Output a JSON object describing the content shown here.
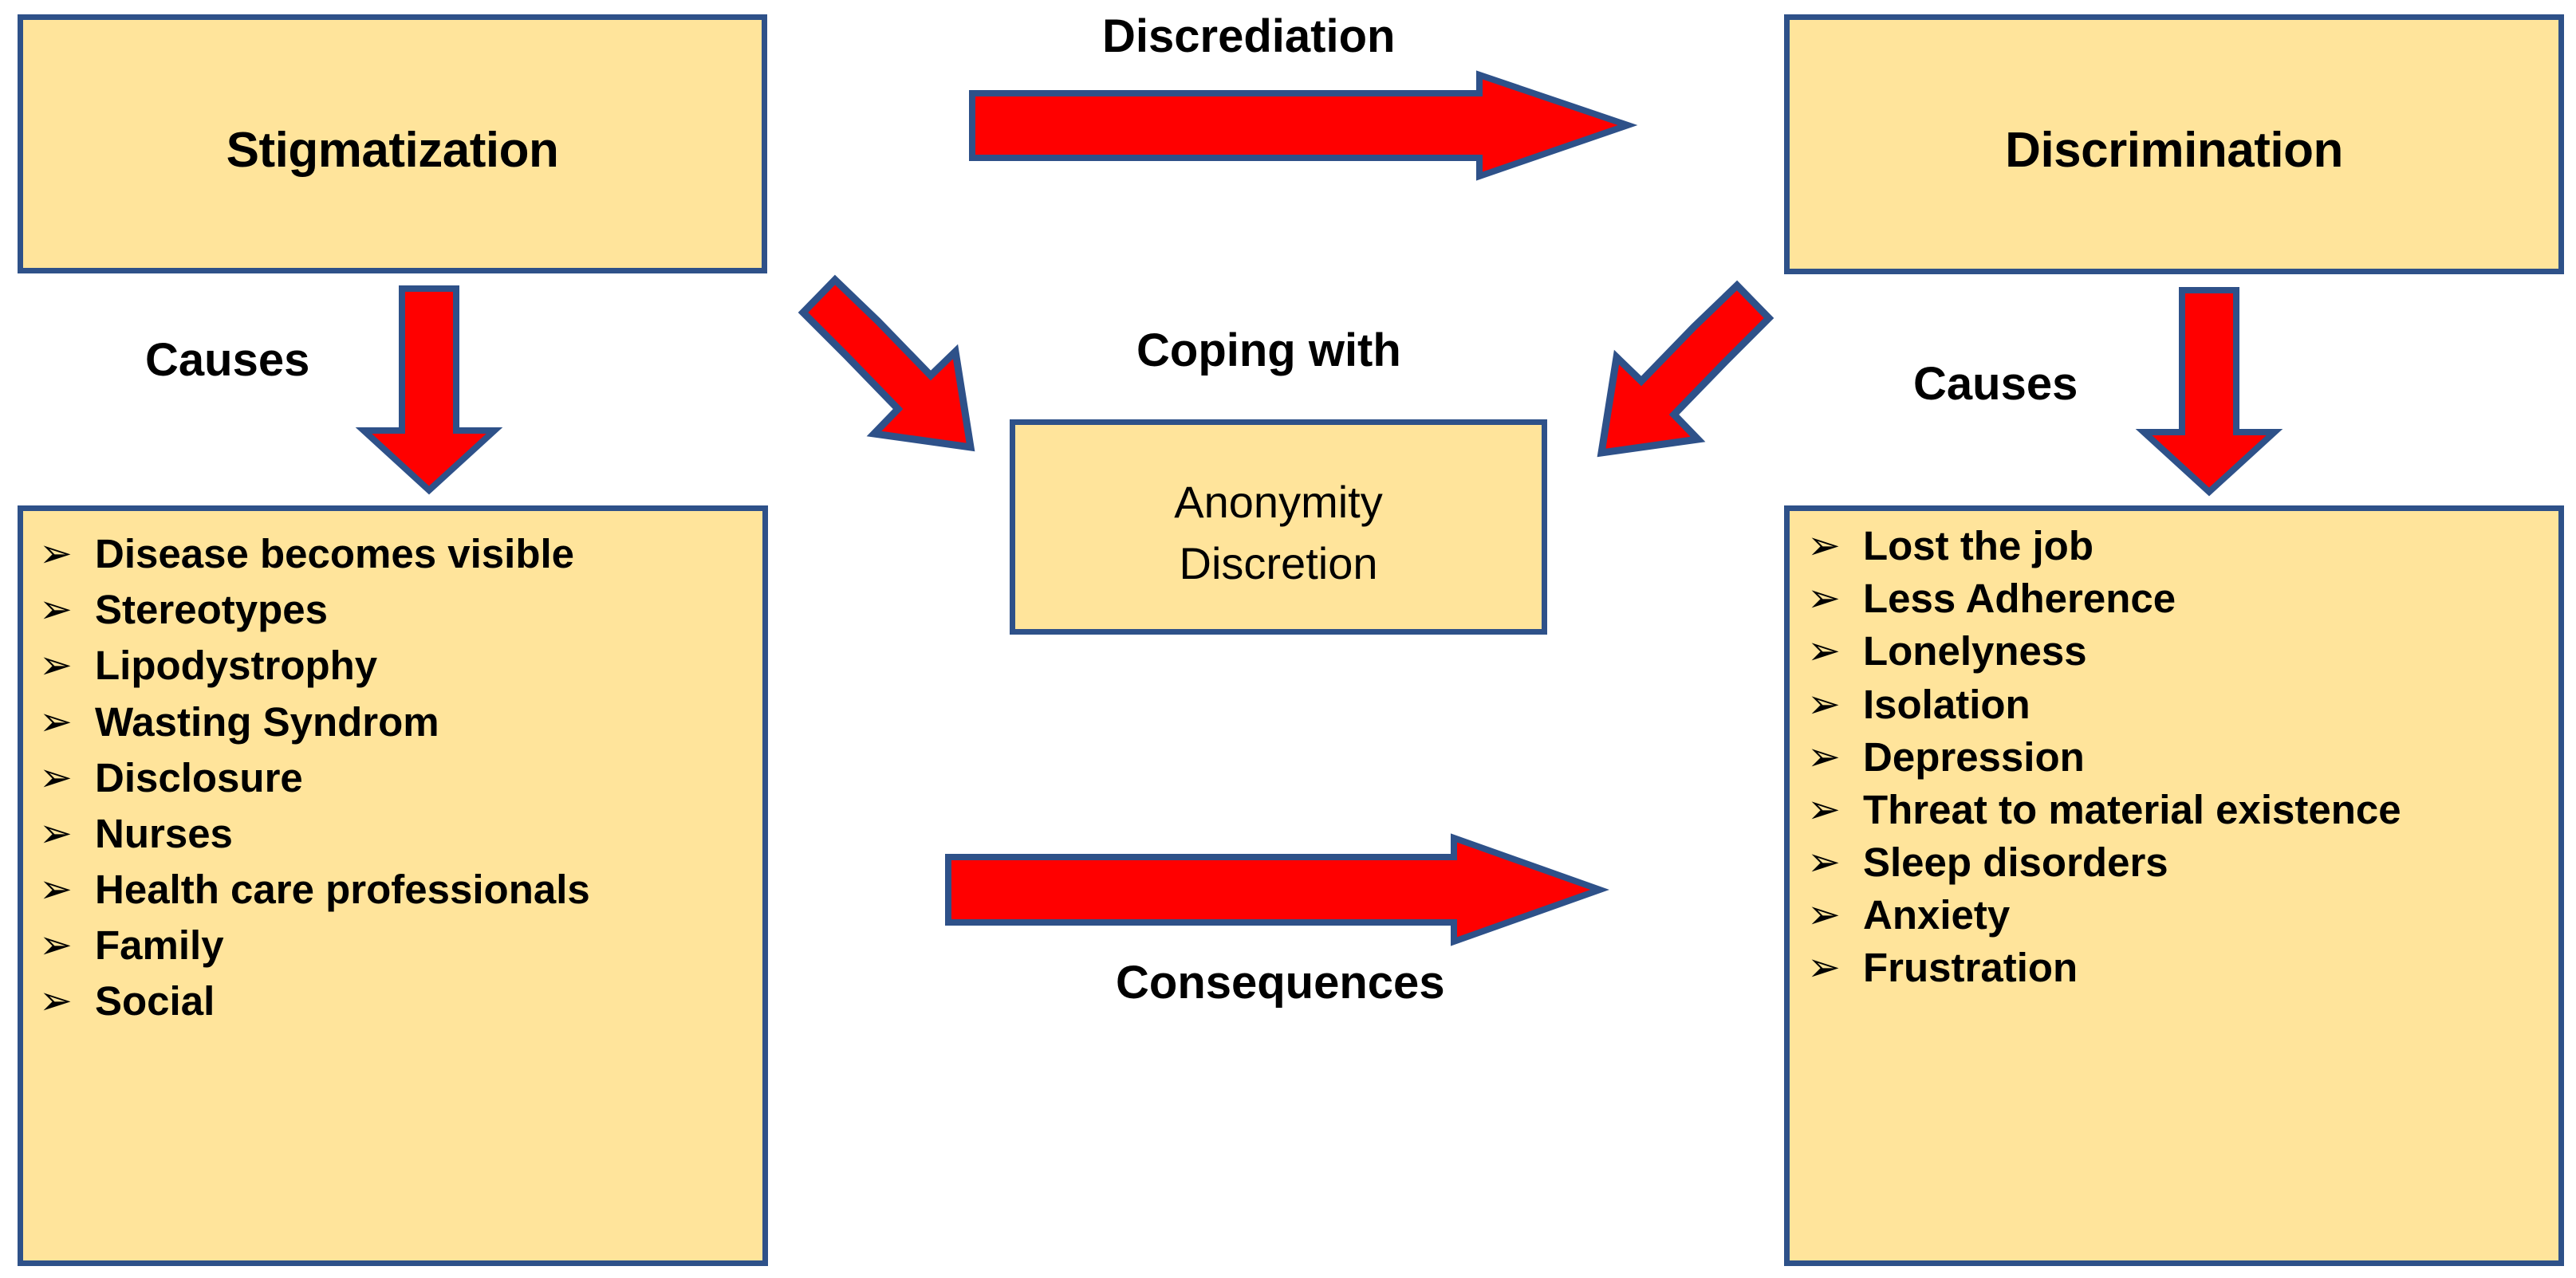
{
  "diagram": {
    "title_left": "Stigmatization",
    "title_right": "Discrimination",
    "center_box": {
      "line1": "Anonymity",
      "line2": "Discretion"
    },
    "connector_labels": {
      "discrediation": "Discrediation",
      "coping_with": "Coping with",
      "causes_left": "Causes",
      "causes_right": "Causes",
      "consequences": "Consequences"
    },
    "bullet_marker": "➢",
    "causes_list": [
      "Disease becomes visible",
      "Stereotypes",
      "Lipodystrophy",
      "Wasting Syndrom",
      "Disclosure",
      "Nurses",
      "Health care professionals",
      "Family",
      "Social"
    ],
    "consequences_list": [
      "Lost the job",
      "Less Adherence",
      "Lonelyness",
      "Isolation",
      "Depression",
      "Threat to material existence",
      "Sleep disorders",
      "Anxiety",
      "Frustration"
    ],
    "colors": {
      "box_fill": "#FFE49B",
      "box_border": "#2E5189",
      "arrow_fill": "#FF0000",
      "arrow_stroke": "#2E5189",
      "text": "#000000",
      "background": "#FFFFFF"
    },
    "icons": {
      "arrow_right_discrediation": "arrow-right-icon",
      "arrow_right_consequences": "arrow-right-icon",
      "arrow_down_left": "arrow-down-icon",
      "arrow_down_right": "arrow-down-icon",
      "arrow_diagonal_left": "arrow-diagonal-down-right-icon",
      "arrow_diagonal_right": "arrow-diagonal-down-left-icon"
    }
  }
}
